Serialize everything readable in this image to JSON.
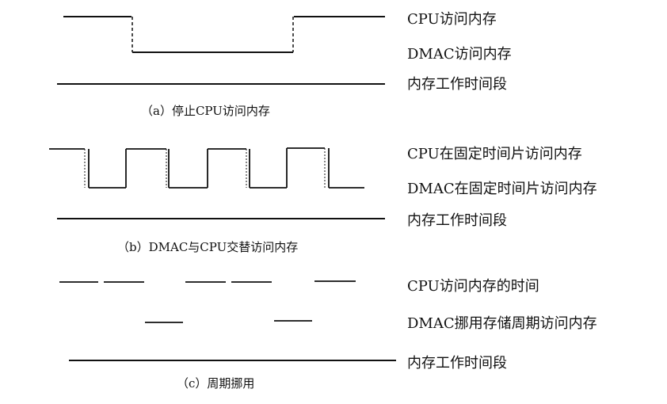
{
  "section_a": {
    "labels": [
      "CPU访问内存",
      "DMAC访问内存",
      "内存工作时间段"
    ],
    "caption": "（a）停止CPU访问内存"
  },
  "section_b": {
    "labels": [
      "CPU在固定时间片访问内存",
      "DMAC在固定时间片访问内存",
      "内存工作时间段"
    ],
    "caption": "（b）DMAC与CPU交替访问内存"
  },
  "section_c": {
    "labels": [
      "CPU访问内存的时间",
      "DMAC挪用存储周期访问内存",
      "内存工作时间段"
    ],
    "caption": "（c）周期挪用"
  }
}
